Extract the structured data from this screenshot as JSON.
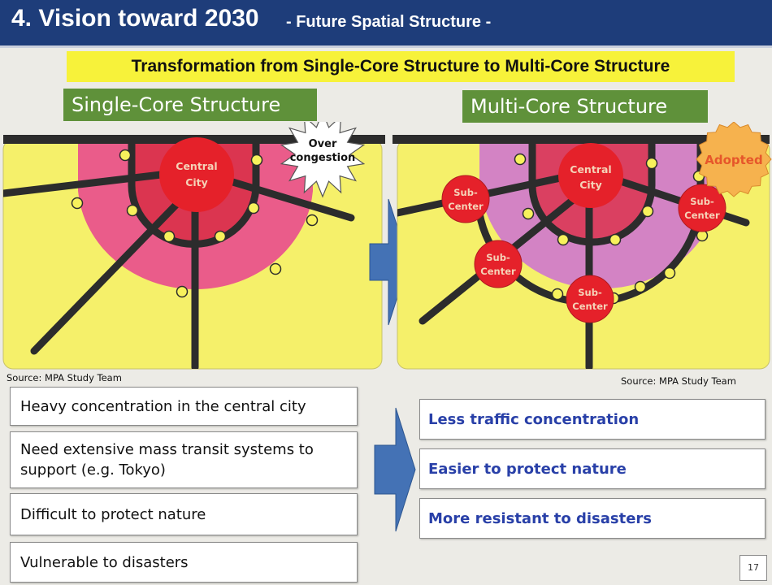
{
  "header": {
    "title": "4. Vision toward 2030",
    "subtitle": "- Future Spatial Structure -"
  },
  "banner": "Transformation from Single-Core Structure to Multi-Core Structure",
  "single_core": {
    "heading": "Single-Core Structure",
    "central_line1": "Central",
    "central_line2": "City",
    "burst_line1": "Over",
    "burst_line2": "congestion",
    "source": "Source: MPA Study Team"
  },
  "multi_core": {
    "heading": "Multi-Core Structure",
    "central_line1": "Central",
    "central_line2": "City",
    "sub_line1": "Sub-",
    "sub_line2": "Center",
    "adopted": "Adopted",
    "source": "Source: MPA Study Team"
  },
  "problems": [
    "Heavy concentration in the central city",
    "Need extensive mass transit systems to support (e.g. Tokyo)",
    "Difficult to protect nature",
    "Vulnerable to disasters"
  ],
  "benefits": [
    "Less traffic concentration",
    "Easier to protect nature",
    "More resistant to disasters"
  ],
  "page_number": "17",
  "colors": {
    "header_bg": "#1e3d7a",
    "banner_bg": "#f7f23a",
    "label_green": "#5f913a",
    "map_yellow": "#f5f06a",
    "urban_pink": "#ea5c8a",
    "urban_core": "#db3550",
    "multi_purple": "#d383c4",
    "center_red": "#e5212a",
    "road": "#2c2c2c",
    "station_yellow": "#f7f15c",
    "adopted_orange": "#f6b24e",
    "arrow_blue": "#4472b5",
    "benefit_text": "#2940a8"
  }
}
